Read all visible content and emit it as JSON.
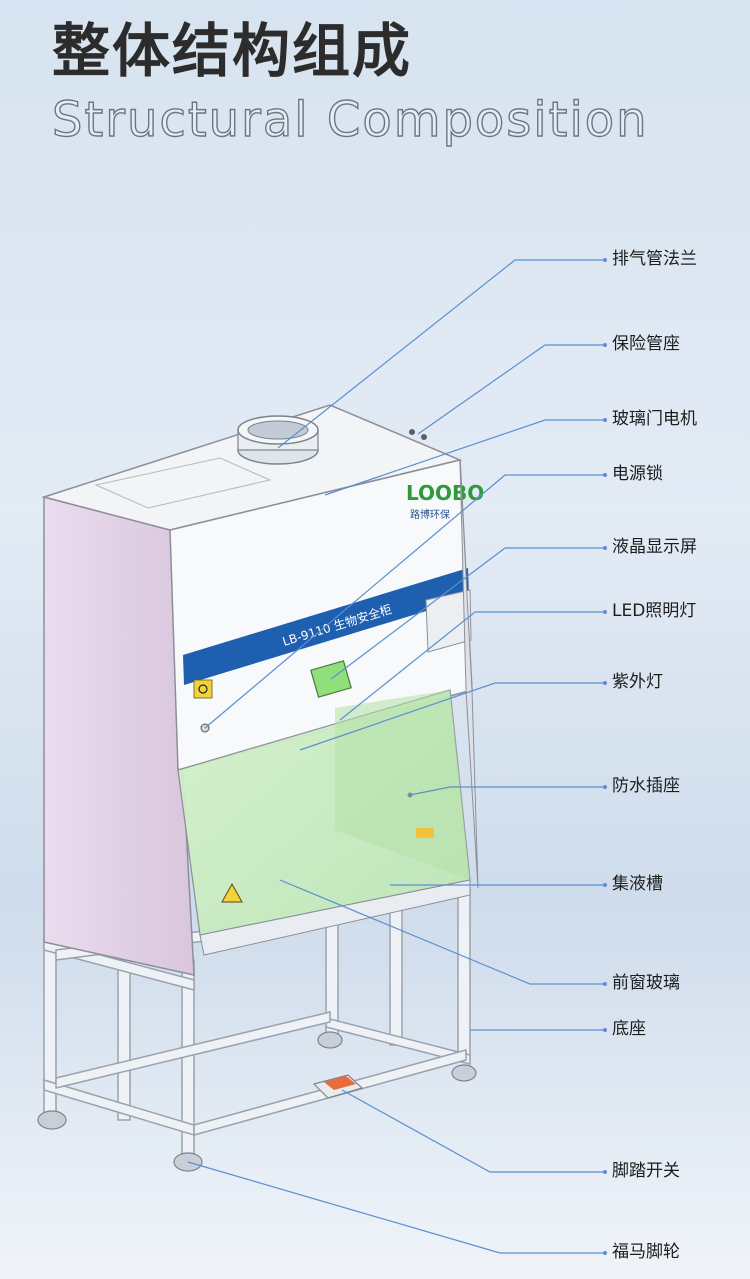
{
  "header": {
    "title_cn": "整体结构组成",
    "title_en": "Structural Composition"
  },
  "cabinet": {
    "model_label": "LB-9110 生物安全柜",
    "brand_en": "LOOBO",
    "brand_cn": "路博环保"
  },
  "callouts": [
    {
      "label": "排气管法兰"
    },
    {
      "label": "保险管座"
    },
    {
      "label": "玻璃门电机"
    },
    {
      "label": "电源锁"
    },
    {
      "label": "液晶显示屏"
    },
    {
      "label": "LED照明灯"
    },
    {
      "label": "紫外灯"
    },
    {
      "label": "防水插座"
    },
    {
      "label": "集液槽"
    },
    {
      "label": "前窗玻璃"
    },
    {
      "label": "底座"
    },
    {
      "label": "脚踏开关"
    },
    {
      "label": "福马脚轮"
    }
  ],
  "colors": {
    "leader_line": "#5b8fd0",
    "band": "#1f5fb0",
    "glass": "#c8edc0",
    "side_panel": "#e6d6e8"
  }
}
